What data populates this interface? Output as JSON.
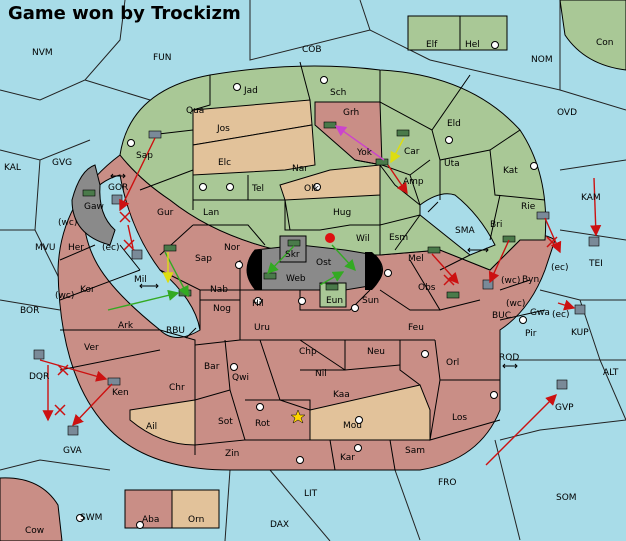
{
  "title": "Game won by Trockizm",
  "colors": {
    "sea": "#a8dce8",
    "land_green": "#a9c896",
    "land_red": "#c98e86",
    "land_tan": "#e2c29a",
    "land_gray": "#8a8a8a",
    "border": "#000000",
    "arrow_red": "#cc1111",
    "arrow_green": "#33aa22",
    "arrow_yellow": "#dddd11",
    "arrow_purple": "#cc44cc"
  },
  "provinces": {
    "nvm": "NVM",
    "fun": "FUN",
    "cob": "COB",
    "nom": "NOM",
    "elf": "Elf",
    "hel": "Hel",
    "con": "Con",
    "kal": "KAL",
    "gvg": "GVG",
    "ovd": "OVD",
    "kam": "KAM",
    "tei": "TEI",
    "mvu": "MVU",
    "bor": "BOR",
    "buc": "BUC",
    "kup": "KUP",
    "rod": "ROD",
    "alt": "ALT",
    "gvp": "GVP",
    "gva": "GVA",
    "fro": "FRO",
    "som": "SOM",
    "lit": "LIT",
    "dax": "DAX",
    "swm": "SWM",
    "cow": "Cow",
    "aba": "Aba",
    "orn": "Orn",
    "jad": "Jad",
    "sch": "Sch",
    "qua": "Qua",
    "grh": "Grh",
    "jos": "Jos",
    "eld": "Eld",
    "car": "Car",
    "yok": "Yok",
    "sap_n": "Sap",
    "gor": "GOR",
    "elc": "Elc",
    "nar": "Nar",
    "amp": "Amp",
    "uta": "Uta",
    "kat": "Kat",
    "tel": "Tel",
    "olk": "Olk",
    "gaw": "Gaw",
    "gur": "Gur",
    "lan": "Lan",
    "hug": "Hug",
    "rie": "Rie",
    "bri": "Bri",
    "sma": "SMA",
    "nor": "Nor",
    "skr": "Skr",
    "wil": "Wil",
    "esm": "Esm",
    "her": "Her",
    "sap_s": "Sap",
    "ost": "Ost",
    "web": "Web",
    "mel": "Mel",
    "byn": "Byn",
    "mil": "Mil",
    "nab": "Nab",
    "eun": "Eun",
    "kor": "Kor",
    "hil": "Hil",
    "sun": "Sun",
    "obs": "Obs",
    "gwa": "Gwa",
    "nog": "Nog",
    "ark": "Ark",
    "rbu": "RBU",
    "uru": "Uru",
    "feu": "Feu",
    "pir": "Pir",
    "ver": "Ver",
    "chp": "Chp",
    "neu": "Neu",
    "bar": "Bar",
    "qwi": "Qwi",
    "nil": "Nil",
    "orl": "Orl",
    "dqr": "DQR",
    "ken": "Ken",
    "chr": "Chr",
    "kaa": "Kaa",
    "ail": "Ail",
    "sot": "Sot",
    "rot": "Rot",
    "mou": "Mou",
    "los": "Los",
    "zin": "Zin",
    "kar": "Kar",
    "sam": "Sam"
  },
  "coast_tags": {
    "wc": "(wc)",
    "ec": "(ec)"
  }
}
